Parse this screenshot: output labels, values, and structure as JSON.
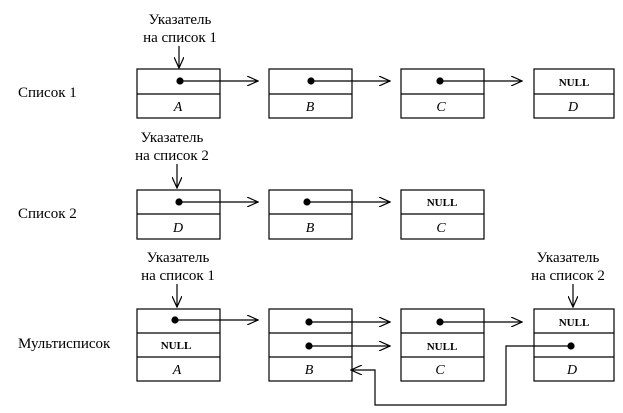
{
  "labels": {
    "list1": "Список 1",
    "list2": "Список 2",
    "multilist": "Мультисписок"
  },
  "pointers": {
    "list1_line1": "Указатель",
    "list1_line2": "на список 1",
    "list2_line1": "Указатель",
    "list2_line2": "на список 2",
    "multi_list1_line1": "Указатель",
    "multi_list1_line2": "на список 1",
    "multi_list2_line1": "Указатель",
    "multi_list2_line2": "на список 2"
  },
  "null_text": "NULL",
  "nodes": {
    "list1": [
      "A",
      "B",
      "C",
      "D"
    ],
    "list2": [
      "D",
      "B",
      "C"
    ],
    "multilist": [
      "A",
      "B",
      "C",
      "D"
    ]
  },
  "colors": {
    "stroke": "#000000",
    "background": "#ffffff"
  }
}
